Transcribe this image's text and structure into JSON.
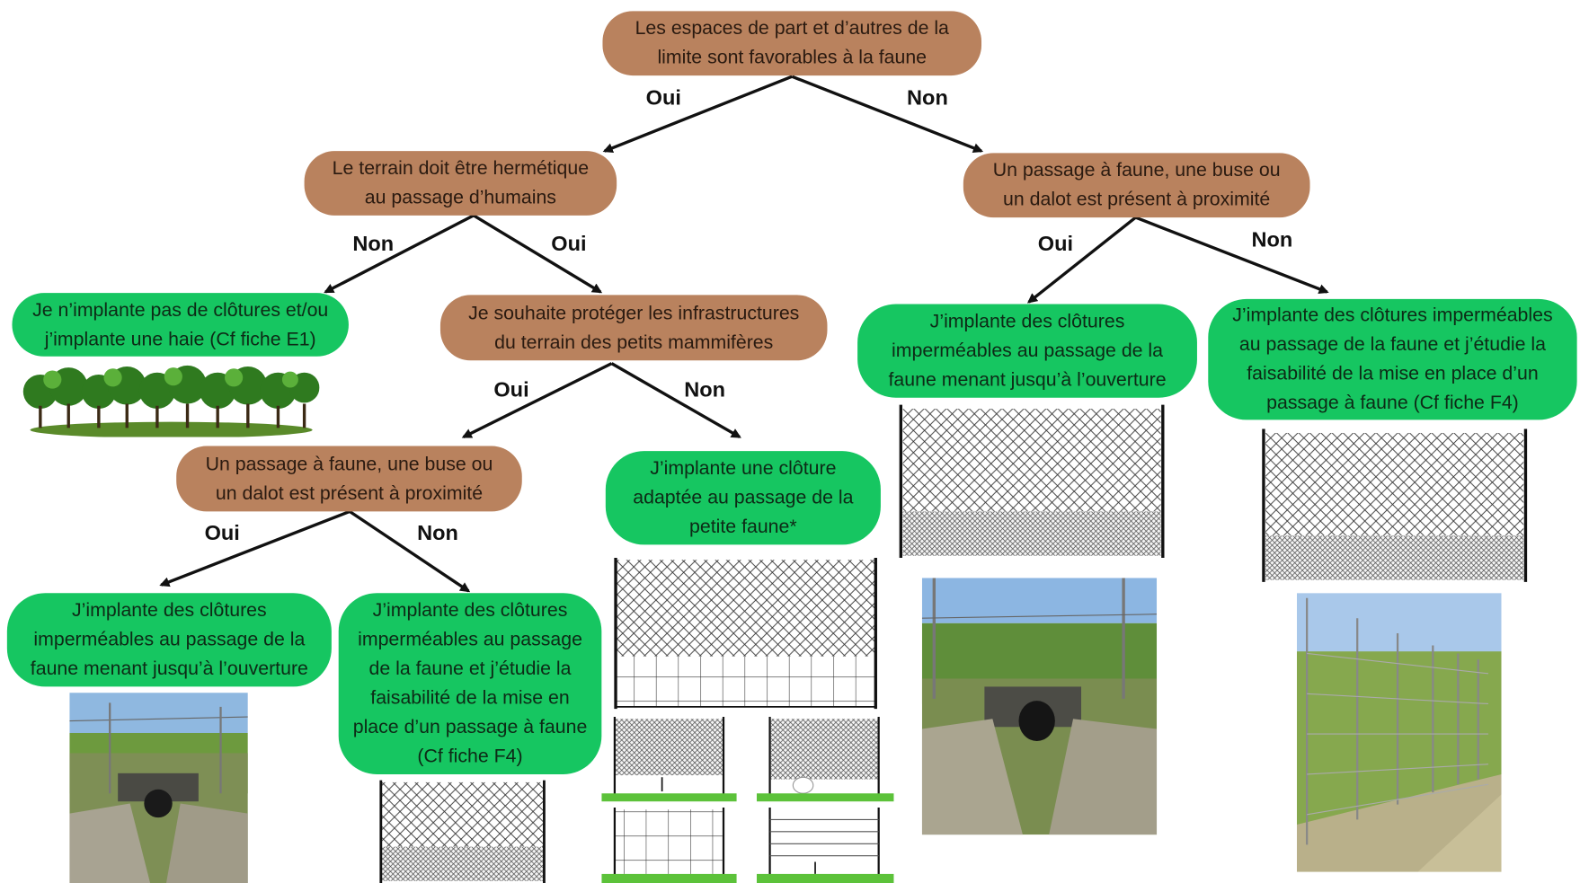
{
  "nodes": {
    "root": "Les espaces de part et d’autres de la\nlimite sont favorables à la faune",
    "q_hermetique": "Le terrain doit être hermétique\nau passage d’humains",
    "q_passage_right": "Un passage à faune, une buse ou\nun dalot est présent à proximité",
    "a_pas_clotures": "Je n’implante pas de clôtures et/ou\nj’implante une haie (Cf fiche E1)",
    "q_infrastructures": "Je souhaite protéger les infrastructures\ndu terrain des petits mammifères",
    "a_right_oui": "J’implante des clôtures\nimperméables au passage de la\nfaune menant jusqu’à l’ouverture",
    "a_right_non": "J’implante des clôtures imperméables\nau passage de la faune et j’étudie la\nfaisabilité de la mise en place d’un\npassage à faune (Cf fiche F4)",
    "q_passage_left": "Un passage à faune, une buse ou\nun dalot est présent à proximité",
    "a_petite_faune": "J’implante une clôture\nadaptée au passage de la\npetite faune*",
    "a_left_oui": "J’implante des clôtures\nimperméables au passage de la\nfaune menant jusqu’à l’ouverture",
    "a_left_non": "J’implante des clôtures\nimperméables au passage\nde la faune et j’étudie la\nfaisabilité de la mise en\nplace d’un passage à faune\n(Cf fiche F4)"
  },
  "labels": {
    "root_oui": "Oui",
    "root_non": "Non",
    "herm_non": "Non",
    "herm_oui": "Oui",
    "right_oui": "Oui",
    "right_non": "Non",
    "infra_oui": "Oui",
    "infra_non": "Non",
    "left_oui": "Oui",
    "left_non": "Non"
  },
  "colors": {
    "question": "#b9825e",
    "answer": "#16c661",
    "arrow": "#111111"
  }
}
